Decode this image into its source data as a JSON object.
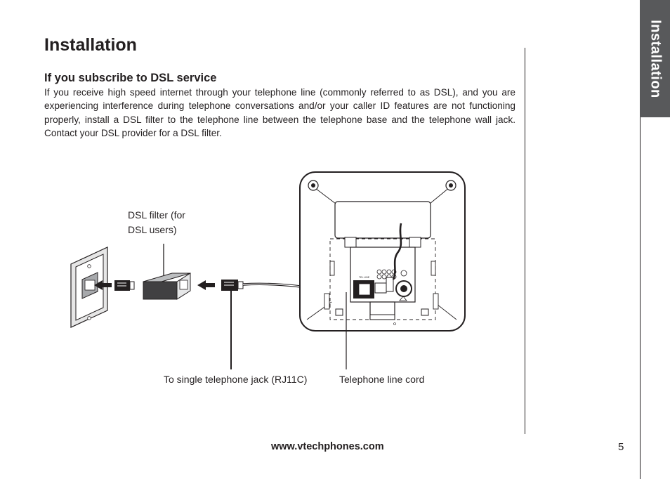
{
  "page_title": "Installation",
  "section_heading": "If you subscribe to DSL service",
  "body_text": "If you receive high speed internet through your telephone line (commonly referred to as DSL), and you are experiencing interference during telephone conversations and/or your caller ID features are not functioning properly, install a DSL filter to the telephone line between the telephone base and the telephone wall jack. Contact your DSL provider for a DSL filter.",
  "side_tab_label": "Installation",
  "diagram": {
    "dsl_filter_label_line1": "DSL filter (for",
    "dsl_filter_label_line2": "DSL users)",
    "jack_label": "To single telephone jack (RJ11C)",
    "cord_label": "Telephone line cord",
    "base_port_label": "TEL LINE"
  },
  "footer": {
    "url": "www.vtechphones.com",
    "page_number": "5"
  }
}
